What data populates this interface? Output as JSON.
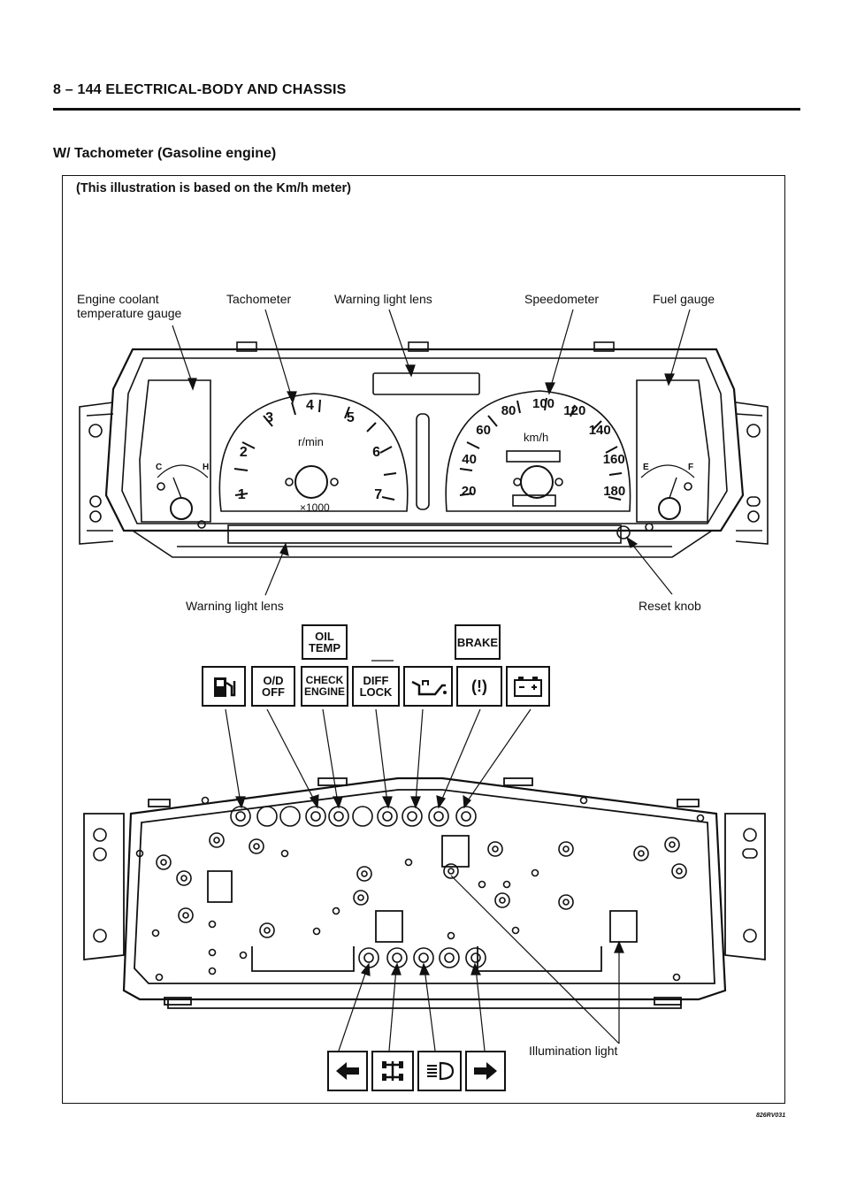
{
  "header": {
    "title": "8 – 144 ELECTRICAL-BODY AND CHASSIS"
  },
  "section": {
    "title": "W/ Tachometer (Gasoline engine)"
  },
  "note": "(This illustration is based on the Km/h meter)",
  "labels": {
    "coolant": "Engine coolant\ntemperature gauge",
    "tachometer": "Tachometer",
    "warning_top": "Warning light lens",
    "speedometer": "Speedometer",
    "fuel": "Fuel gauge",
    "warning_bottom": "Warning light lens",
    "reset": "Reset knob",
    "illumination": "Illumination light"
  },
  "gauge_text": {
    "rmin": "r/min",
    "x1000": "×1000",
    "kmh": "km/h",
    "tach_numbers": [
      "1",
      "2",
      "3",
      "4",
      "5",
      "6",
      "7"
    ],
    "speed_numbers": [
      "20",
      "40",
      "60",
      "80",
      "100",
      "120",
      "140",
      "160",
      "180"
    ],
    "coolant_c": "C",
    "coolant_h": "H",
    "fuel_e": "E",
    "fuel_f": "F"
  },
  "indicators": {
    "oil_temp": "OIL\nTEMP",
    "brake": "BRAKE",
    "od_off": "O/D\nOFF",
    "check_engine": "CHECK\nENGINE",
    "diff_lock": "DIFF\nLOCK",
    "brake_symbol": "(!)",
    "battery_symbol": "- +"
  },
  "icons": {
    "row_top": [
      "fuel-pump-icon",
      "od-off-icon",
      "check-engine-icon",
      "diff-lock-icon",
      "oil-can-icon",
      "brake-warning-icon",
      "battery-icon"
    ],
    "row_bottom": [
      "turn-left-arrow-icon",
      "4wd-icon",
      "high-beam-icon",
      "turn-right-arrow-icon"
    ]
  },
  "figure_id": "826RV031"
}
